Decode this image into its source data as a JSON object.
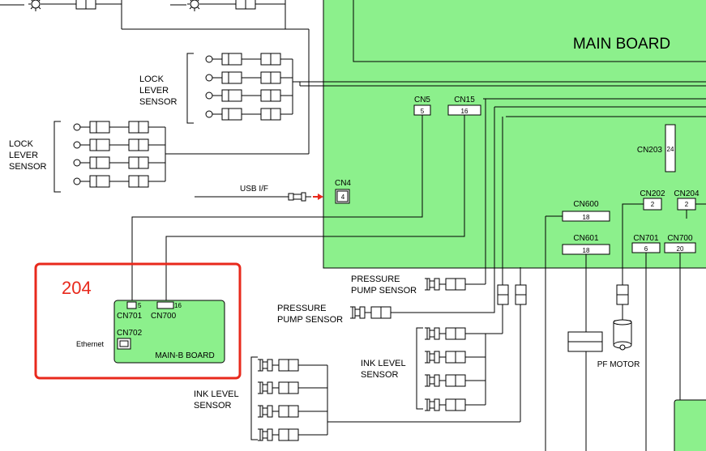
{
  "main_board": {
    "title": "MAIN BOARD",
    "connectors": {
      "cn5": {
        "name": "CN5",
        "pins": "5"
      },
      "cn15": {
        "name": "CN15",
        "pins": "16"
      },
      "cn4": {
        "name": "CN4",
        "pins": "4"
      },
      "cn203": {
        "name": "CN203",
        "pins": "24"
      },
      "cn202": {
        "name": "CN202",
        "pins": "2"
      },
      "cn204": {
        "name": "CN204",
        "pins": "2"
      },
      "cn600": {
        "name": "CN600",
        "pins": "18"
      },
      "cn601": {
        "name": "CN601",
        "pins": "18"
      },
      "cn701": {
        "name": "CN701",
        "pins": "6"
      },
      "cn700": {
        "name": "CN700",
        "pins": "20"
      }
    }
  },
  "main_b_board": {
    "title": "MAIN-B BOARD",
    "callout": "204",
    "ethernet": "Ethernet",
    "cn701": {
      "name": "CN701",
      "pins": "5"
    },
    "cn700": {
      "name": "CN700",
      "pins": "16"
    },
    "cn702": {
      "name": "CN702"
    }
  },
  "labels": {
    "usb": "USB I/F",
    "lock1": [
      "LOCK",
      "LEVER",
      "SENSOR"
    ],
    "lock2": [
      "LOCK",
      "LEVER",
      "SENSOR"
    ],
    "pressure1": [
      "PRESSURE",
      "PUMP SENSOR"
    ],
    "pressure2": [
      "PRESSURE",
      "PUMP SENSOR"
    ],
    "ink1": [
      "INK LEVEL",
      "SENSOR"
    ],
    "ink2": [
      "INK LEVEL",
      "SENSOR"
    ],
    "pf_motor": "PF MOTOR"
  },
  "colors": {
    "board_fill": "#8cf08c",
    "callout": "#e8291c",
    "arrow": "#e8291c"
  }
}
